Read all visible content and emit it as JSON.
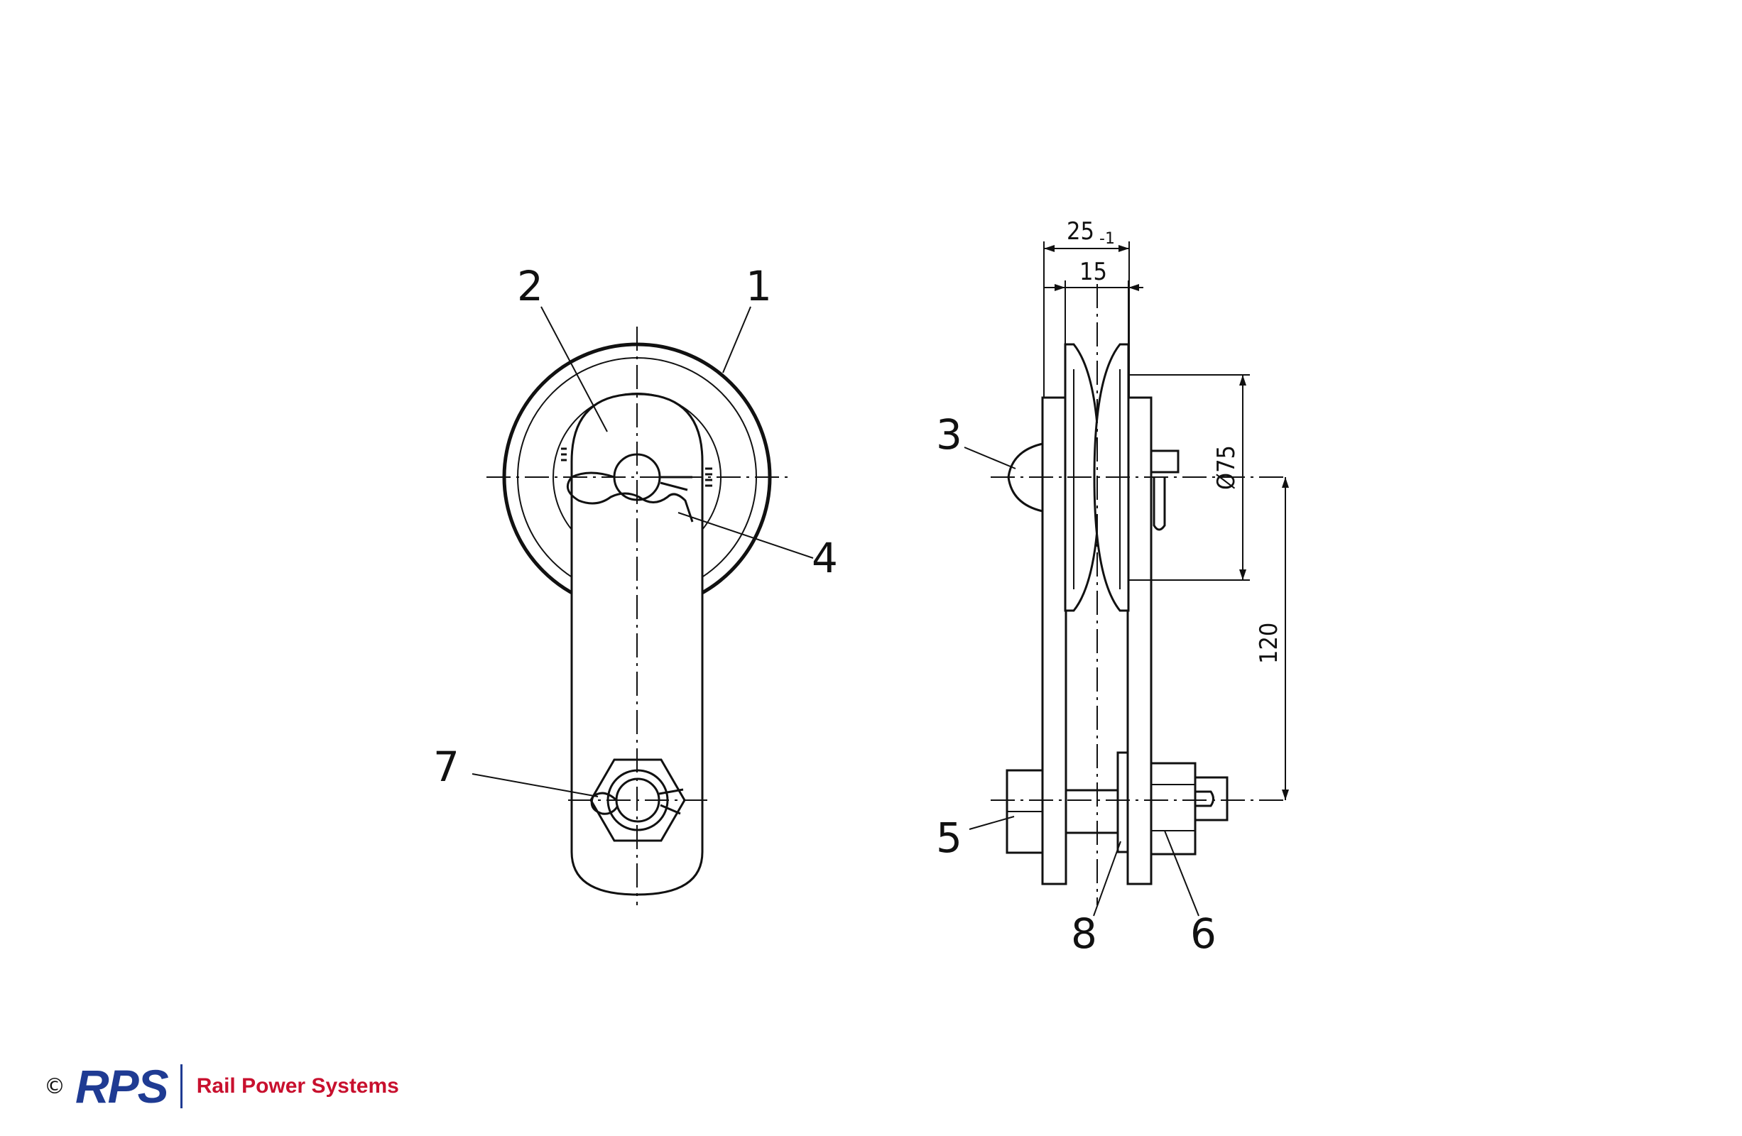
{
  "labels": {
    "item1": "1",
    "item2": "2",
    "item3": "3",
    "item4": "4",
    "item5": "5",
    "item6": "6",
    "item7": "7",
    "item8": "8"
  },
  "dimensions": {
    "overall_width": "25",
    "overall_width_tolerance": "-1",
    "groove_width": "15",
    "diameter": "Ø75",
    "center_distance": "120"
  },
  "footer": {
    "copyright": "©",
    "logo": "RPS",
    "brand": "Rail Power Systems"
  },
  "colors": {
    "line": "#111111",
    "brand_blue": "#1f3b93",
    "brand_red": "#c8102e"
  }
}
